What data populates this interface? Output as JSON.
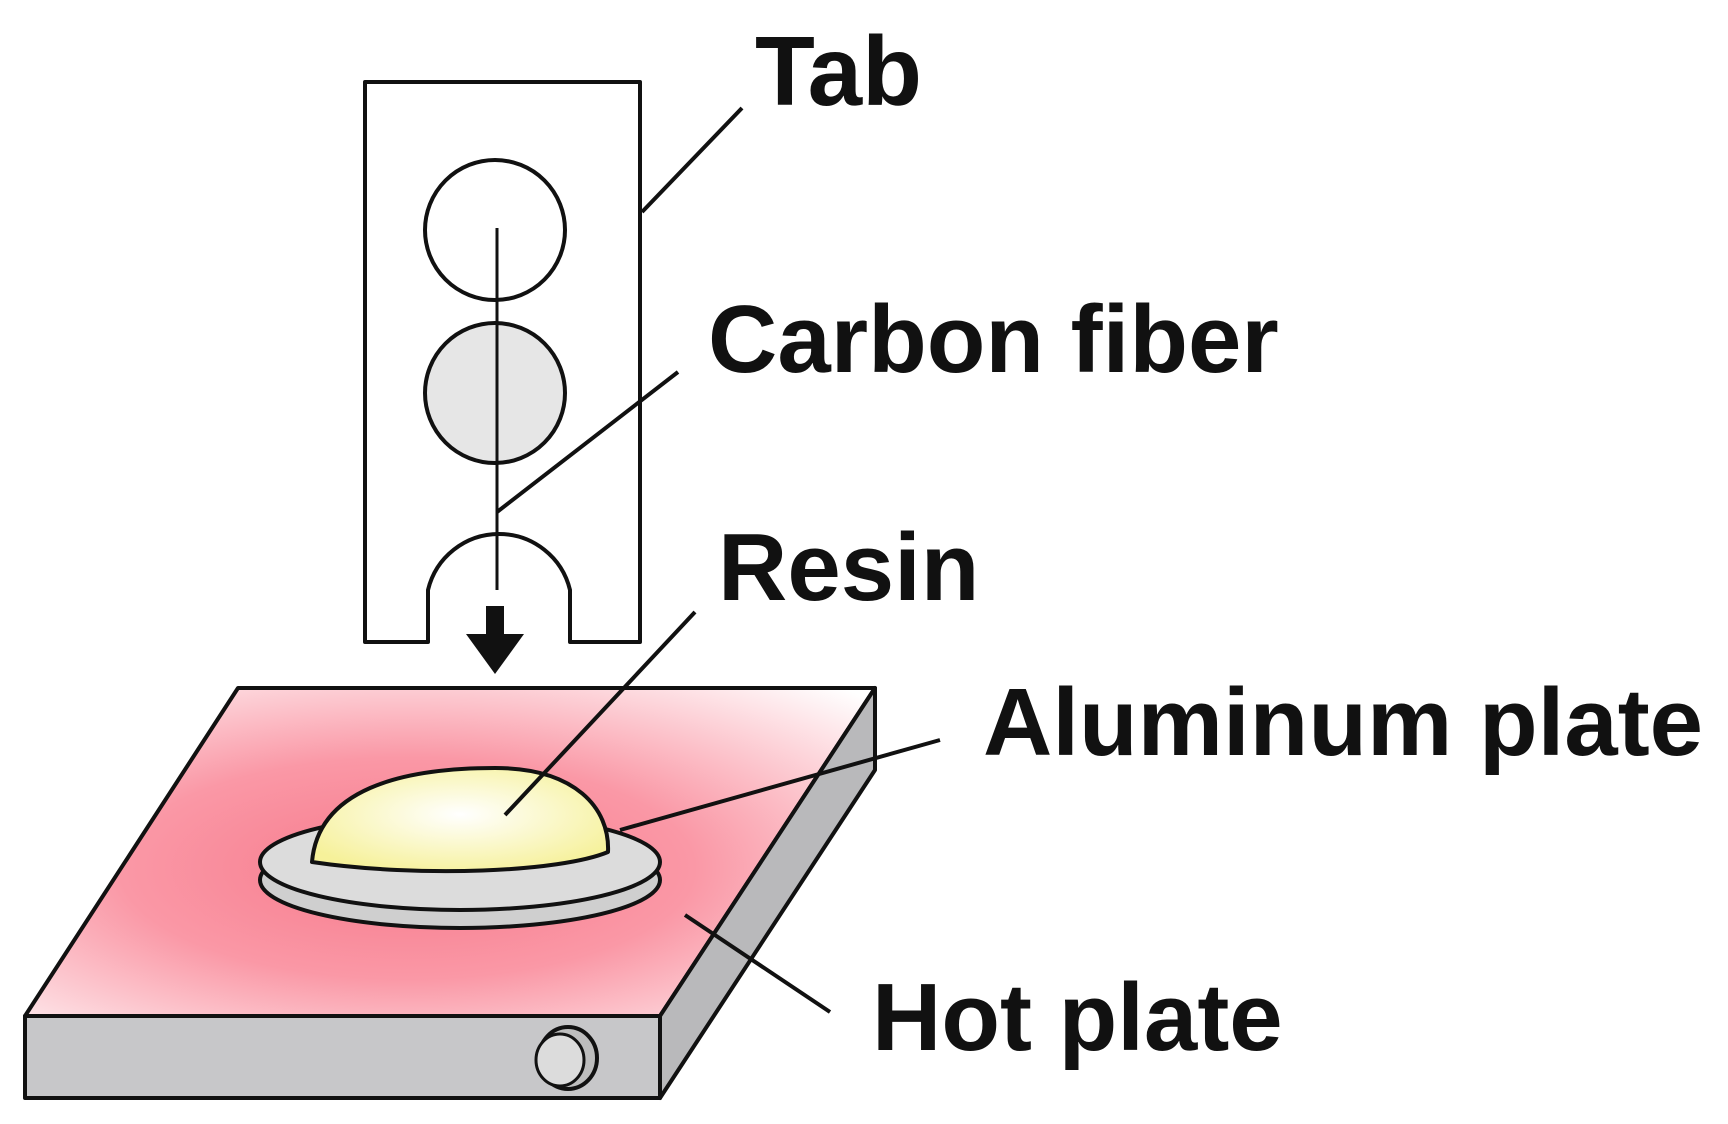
{
  "labels": {
    "tab": "Tab",
    "carbon_fiber": "Carbon fiber",
    "resin": "Resin",
    "aluminum_plate": "Aluminum plate",
    "hot_plate": "Hot plate"
  },
  "colors": {
    "outline": "#111111",
    "hot_plate_center": "#f77a8c",
    "hot_plate_edge": "#ffffff",
    "hot_plate_side": "#c7c7c9",
    "hot_plate_side_right": "#b9b9bb",
    "aluminum_plate": "#dcdcdc",
    "resin_core": "#ffffff",
    "resin_edge": "#f6f19a",
    "tab_circle_filled": "#e6e6e6",
    "arrow": "#111111"
  },
  "icons": {
    "knob": "hot-plate-knob-icon",
    "arrow": "arrow-down-icon"
  }
}
